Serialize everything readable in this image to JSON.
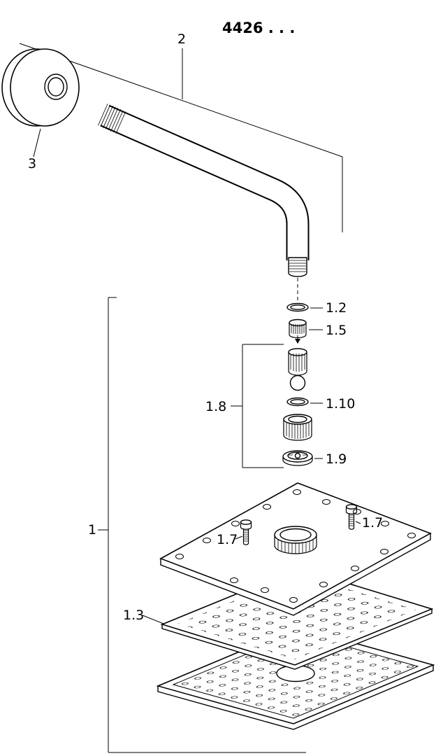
{
  "title": "4426 . . .",
  "callouts": {
    "arm": "2",
    "flange": "3",
    "assembly": "1",
    "washer_top": "1.2",
    "adapter": "1.5",
    "check_valve_group": "1.8",
    "seal_ring": "1.10",
    "flow_disc": "1.9",
    "screw_left": "1.7",
    "screw_right": "1.7",
    "perforated_plate": "1.3"
  },
  "colors": {
    "line": "#000000",
    "background": "#ffffff"
  }
}
